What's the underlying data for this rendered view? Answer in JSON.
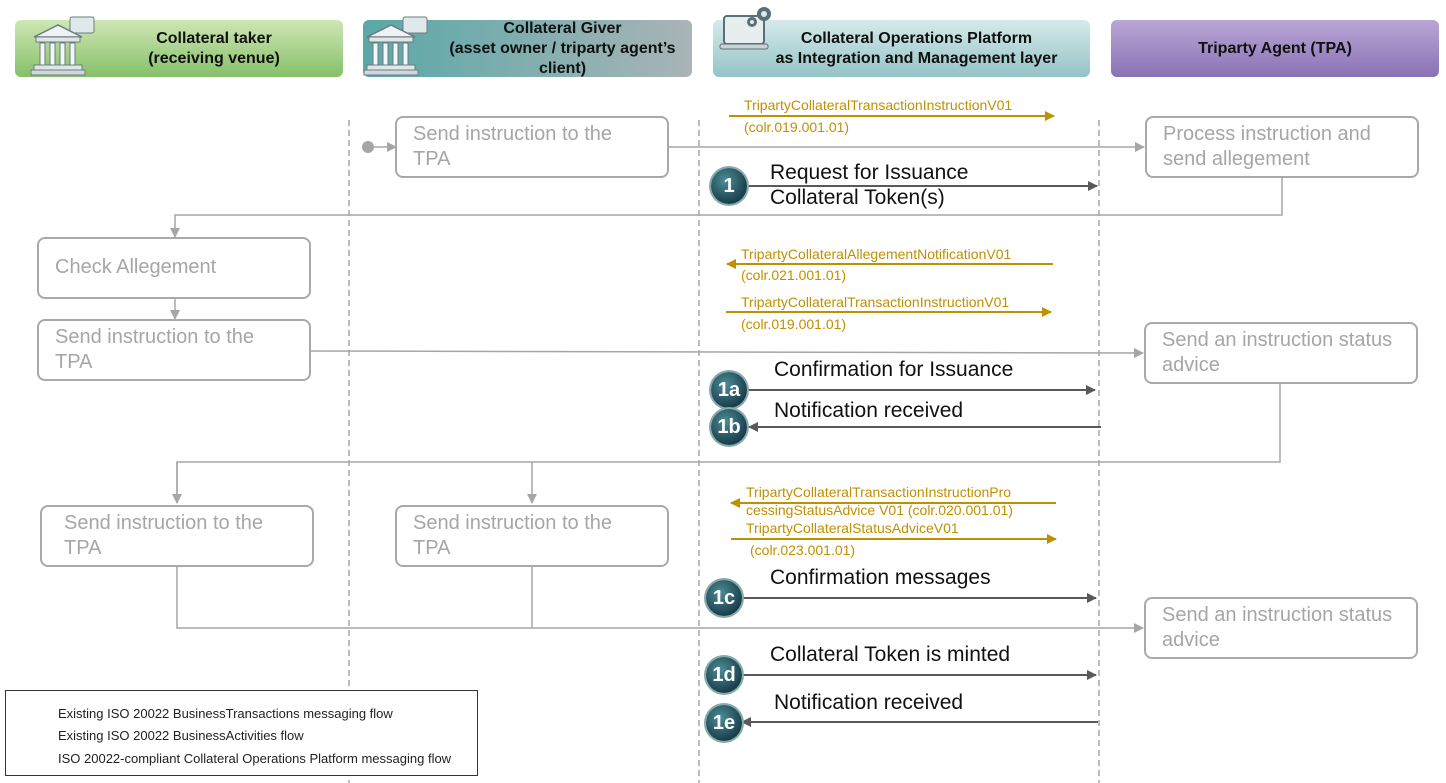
{
  "lanes": [
    {
      "title": "Collateral taker\n(receiving venue)",
      "icon": "bank-building-icon"
    },
    {
      "title": "Collateral Giver\n(asset owner / triparty agent’s client)",
      "icon": "bank-building-icon"
    },
    {
      "title": "Collateral Operations Platform\nas Integration and Management layer",
      "icon": "laptop-gear-icon"
    },
    {
      "title": "Triparty Agent (TPA)"
    }
  ],
  "boxes": {
    "giver_send_1": "Send instruction to the TPA",
    "tpa_process": "Process instruction and send allegement",
    "taker_check": "Check Allegement",
    "taker_send": "Send instruction to the TPA",
    "tpa_status_1": "Send an instruction status advice",
    "taker_send_2": "Send instruction to the TPA",
    "giver_send_2": "Send instruction to the TPA",
    "tpa_status_2": "Send an instruction status advice"
  },
  "messages": {
    "m1_name": "TripartyCollateralTransactionInstructionV01",
    "m1_code": "(colr.019.001.01)",
    "m2_name": "TripartyCollateralAllegementNotificationV01",
    "m2_code": "(colr.021.001.01)",
    "m3_name": "TripartyCollateralTransactionInstructionV01",
    "m3_code": "(colr.019.001.01)",
    "m4_line1": "TripartyCollateralTransactionInstructionPro",
    "m4_line2": "cessingStatusAdvice V01 (colr.020.001.01)",
    "m5_name": "TripartyCollateralStatusAdviceV01",
    "m5_code": "(colr.023.001.01)"
  },
  "steps": [
    {
      "badge": "1",
      "label": "Request for Issuance\nCollateral Token(s)"
    },
    {
      "badge": "1a",
      "label": "Confirmation for Issuance"
    },
    {
      "badge": "1b",
      "label": "Notification received"
    },
    {
      "badge": "1c",
      "label": "Confirmation messages"
    },
    {
      "badge": "1d",
      "label": "Collateral Token is minted"
    },
    {
      "badge": "1e",
      "label": "Notification received"
    }
  ],
  "legend": [
    {
      "label": "Existing ISO 20022 BusinessTransactions messaging flow",
      "color": "#bf9000"
    },
    {
      "label": "Existing ISO 20022 BusinessActivities flow",
      "color": "#a6a6a6"
    },
    {
      "label": "ISO 20022-compliant Collateral Operations Platform messaging flow",
      "color": "#595959"
    }
  ],
  "colors": {
    "gold": "#bf9000",
    "grey": "#a6a6a6",
    "dark": "#595959"
  }
}
